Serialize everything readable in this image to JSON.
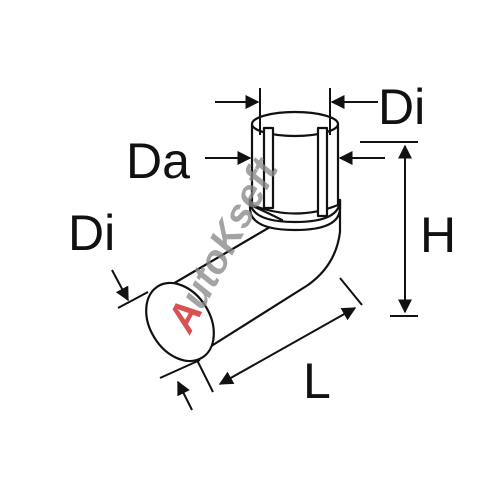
{
  "diagram": {
    "labels": {
      "di_top": "Di",
      "da": "Da",
      "di_left": "Di",
      "h": "H",
      "l": "L"
    },
    "watermark": {
      "text": "AutoKseft",
      "accent_color": "#cc2222",
      "main_color": "#8a8a8a"
    },
    "colors": {
      "stroke": "#111111",
      "background": "#ffffff"
    }
  }
}
